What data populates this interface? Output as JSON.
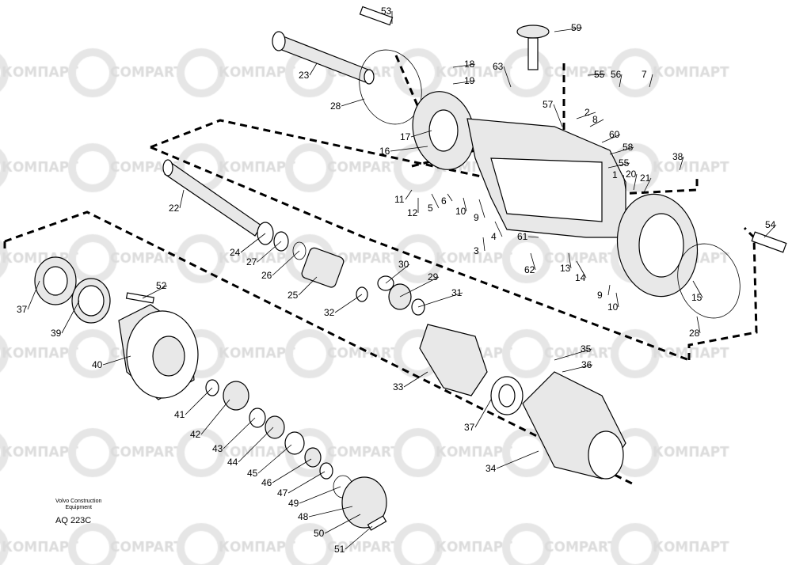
{
  "watermark": {
    "latin": "COMPART",
    "cyrillic": "КОМПАРТ"
  },
  "callouts": [
    "53",
    "59",
    "18",
    "19",
    "63",
    "55",
    "56",
    "7",
    "23",
    "28",
    "57",
    "2",
    "8",
    "17",
    "16",
    "60",
    "58",
    "55",
    "38",
    "20",
    "21",
    "1",
    "22",
    "11",
    "12",
    "5",
    "6",
    "10",
    "9",
    "4",
    "3",
    "61",
    "54",
    "62",
    "13",
    "14",
    "24",
    "27",
    "26",
    "30",
    "29",
    "25",
    "32",
    "31",
    "52",
    "37",
    "39",
    "9",
    "10",
    "15",
    "28",
    "40",
    "35",
    "36",
    "33",
    "41",
    "42",
    "43",
    "44",
    "45",
    "46",
    "47",
    "49",
    "48",
    "37",
    "34",
    "50",
    "51"
  ],
  "footer": {
    "maker_line1": "Volvo Construction",
    "maker_line2": "Equipment",
    "drawing_code": "AQ 223C"
  }
}
